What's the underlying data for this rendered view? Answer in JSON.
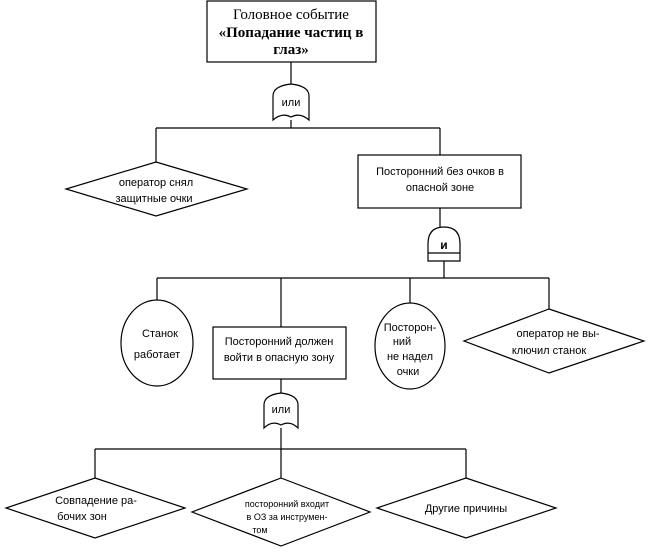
{
  "top_event": {
    "line1": "Головное событие",
    "line2": "«Попадание частиц в",
    "line3": "глаз»"
  },
  "gates": {
    "or_top": "или",
    "and_mid": "и",
    "or_bottom": "или"
  },
  "level1": {
    "operator_removed_glasses": {
      "line1": "оператор     снял",
      "line2": "защитные очки"
    },
    "outsider_no_glasses": {
      "line1": "Посторонний без очков в",
      "line2": "опасной зоне"
    }
  },
  "level2": {
    "machine_running": {
      "line1": "Станок",
      "line2": "работает"
    },
    "outsider_enter": {
      "line1": "Посторонний должен",
      "line2": "войти в опасную зону"
    },
    "outsider_no_glasses": {
      "line1": "Посторон-",
      "line2": "ний",
      "line3": "не надел",
      "line4": "очки"
    },
    "operator_not_stopped": {
      "line1": "оператор  не  вы-",
      "line2": "ключил станок"
    }
  },
  "level3": {
    "work_zones": {
      "line1": "Совпадение    ра-",
      "line2": "бочих зон"
    },
    "outsider_enters_oz": {
      "line1": "посторонний входит",
      "line2": "в  ОЗ  за  инструмен-",
      "line3": "том"
    },
    "other_causes": {
      "line1": "Другие причины"
    }
  }
}
